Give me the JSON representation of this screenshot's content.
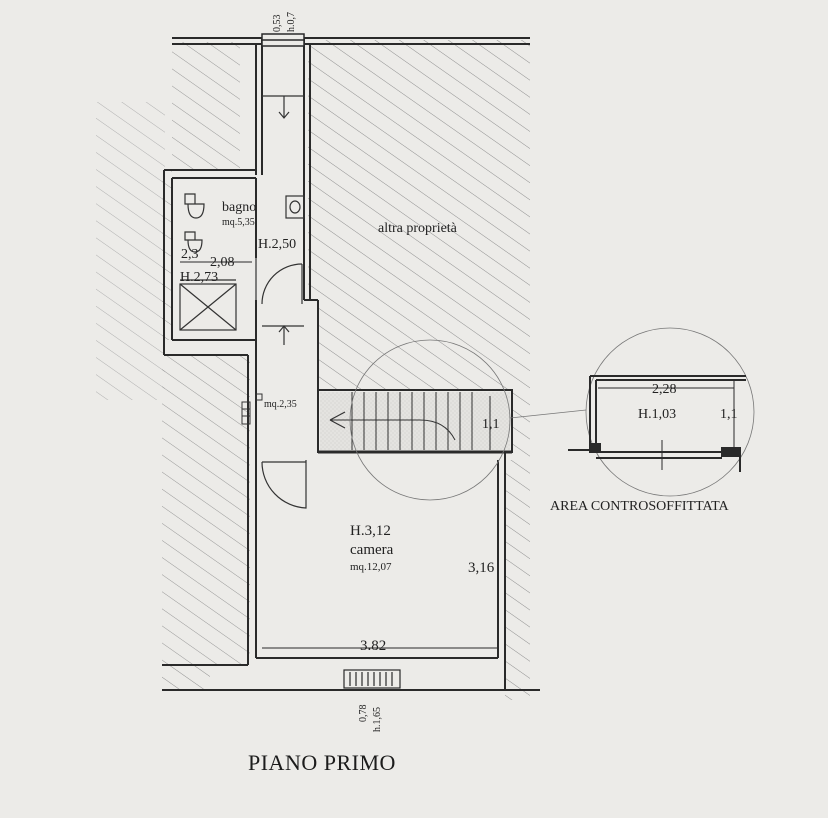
{
  "plan": {
    "title": "PIANO PRIMO",
    "rooms": {
      "bagno": {
        "name": "bagno",
        "area": "mq.5,35",
        "height": "H.2,73"
      },
      "corridoio": {
        "height": "H.2,50",
        "area": "mq.2,35"
      },
      "camera": {
        "name": "camera",
        "area": "mq.12,07",
        "height": "H.3,12"
      },
      "altra_proprieta": {
        "name": "altra proprietà"
      }
    },
    "dimensions": {
      "bagno_width": "2,08",
      "bagno_side": "2,3",
      "stair_width": "1,1",
      "camera_width": "3.82",
      "camera_depth": "3,16",
      "top_window_sill": "0,53",
      "top_window_height": "h.0,7",
      "bottom_window_sill": "0,78",
      "bottom_window_height": "h.1,65"
    },
    "detail": {
      "label": "AREA CONTROSOFFITTATA",
      "width": "2,28",
      "height": "H.1,03",
      "depth": "1,1"
    },
    "colors": {
      "paper": "#ecebe8",
      "ink": "#2a2a2a",
      "hatch": "#8a8a8a"
    }
  }
}
